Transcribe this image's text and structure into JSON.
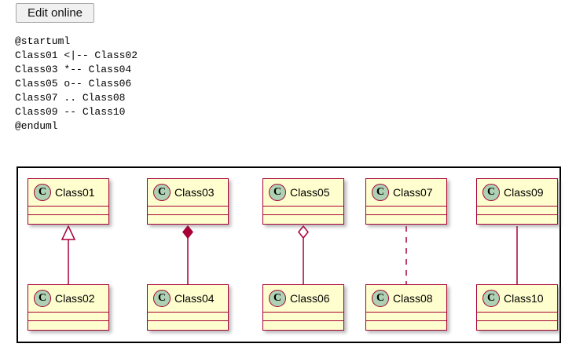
{
  "toolbar": {
    "edit_online_label": "Edit online"
  },
  "source": {
    "code": "@startuml\nClass01 <|-- Class02\nClass03 *-- Class04\nClass05 o-- Class06\nClass07 .. Class08\nClass09 -- Class10\n@enduml"
  },
  "colors": {
    "class_fill": "#FEFECE",
    "class_border": "#A80036",
    "icon_fill": "#ADD1B2",
    "line": "#A80036",
    "frame_border": "#000000",
    "button_face": "#F1F1F1",
    "button_border": "#A6A6A6"
  },
  "diagram": {
    "type": "uml-class-diagram",
    "classes": [
      {
        "id": "Class01",
        "name": "Class01",
        "icon": "C",
        "col": 0,
        "row": "top"
      },
      {
        "id": "Class03",
        "name": "Class03",
        "icon": "C",
        "col": 1,
        "row": "top"
      },
      {
        "id": "Class05",
        "name": "Class05",
        "icon": "C",
        "col": 2,
        "row": "top"
      },
      {
        "id": "Class07",
        "name": "Class07",
        "icon": "C",
        "col": 3,
        "row": "top"
      },
      {
        "id": "Class09",
        "name": "Class09",
        "icon": "C",
        "col": 4,
        "row": "top"
      },
      {
        "id": "Class02",
        "name": "Class02",
        "icon": "C",
        "col": 0,
        "row": "bottom"
      },
      {
        "id": "Class04",
        "name": "Class04",
        "icon": "C",
        "col": 1,
        "row": "bottom"
      },
      {
        "id": "Class06",
        "name": "Class06",
        "icon": "C",
        "col": 2,
        "row": "bottom"
      },
      {
        "id": "Class08",
        "name": "Class08",
        "icon": "C",
        "col": 3,
        "row": "bottom"
      },
      {
        "id": "Class10",
        "name": "Class10",
        "icon": "C",
        "col": 4,
        "row": "bottom"
      }
    ],
    "relations": [
      {
        "from": "Class02",
        "to": "Class01",
        "kind": "extension",
        "notation": "<|--",
        "marker": "hollow-triangle"
      },
      {
        "from": "Class04",
        "to": "Class03",
        "kind": "composition",
        "notation": "*--",
        "marker": "filled-diamond"
      },
      {
        "from": "Class06",
        "to": "Class05",
        "kind": "aggregation",
        "notation": "o--",
        "marker": "hollow-diamond"
      },
      {
        "from": "Class08",
        "to": "Class07",
        "kind": "dependency",
        "notation": "..",
        "marker": "dashed-line"
      },
      {
        "from": "Class10",
        "to": "Class09",
        "kind": "association",
        "notation": "--",
        "marker": "plain-line"
      }
    ]
  }
}
